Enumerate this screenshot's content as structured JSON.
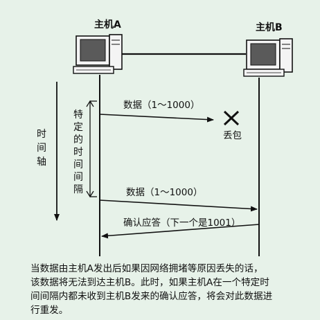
{
  "hosts": {
    "a_label": "主机A",
    "b_label": "主机B"
  },
  "time_axis_label": "时间轴",
  "interval_label": "特定的时间间隔",
  "messages": {
    "first_send": "数据（1～1000）",
    "lost_label": "丢包",
    "second_send": "数据（1～1000）",
    "ack": "确认应答（下一个是1001）"
  },
  "caption_lines": [
    "当数据由主机A发出后如果因网络拥堵等原因丢失的话，",
    "该数据将无法到达主机B。此时，如果主机A在一个特定时",
    "间间隔内都未收到主机B发来的确认应答，将会对此数据进",
    "行重发。"
  ],
  "colors": {
    "background": "#e7f2e9",
    "ink": "#111111",
    "screen": "#5a5a5a"
  }
}
